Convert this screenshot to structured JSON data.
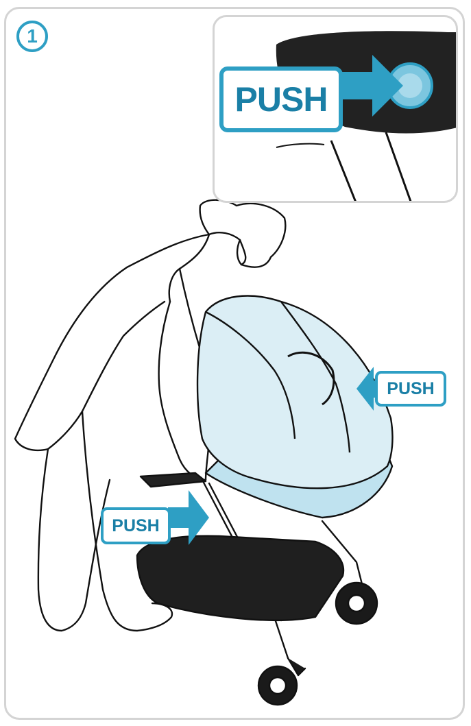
{
  "step": {
    "number": "1"
  },
  "labels": {
    "inset_push": "PUSH",
    "canopy_push": "PUSH",
    "handle_push": "PUSH"
  },
  "colors": {
    "accent": "#2e9fc4",
    "label_text": "#1a7fa6",
    "bassinet_fill": "#dbeef5",
    "frame_border": "#d4d4d4"
  }
}
